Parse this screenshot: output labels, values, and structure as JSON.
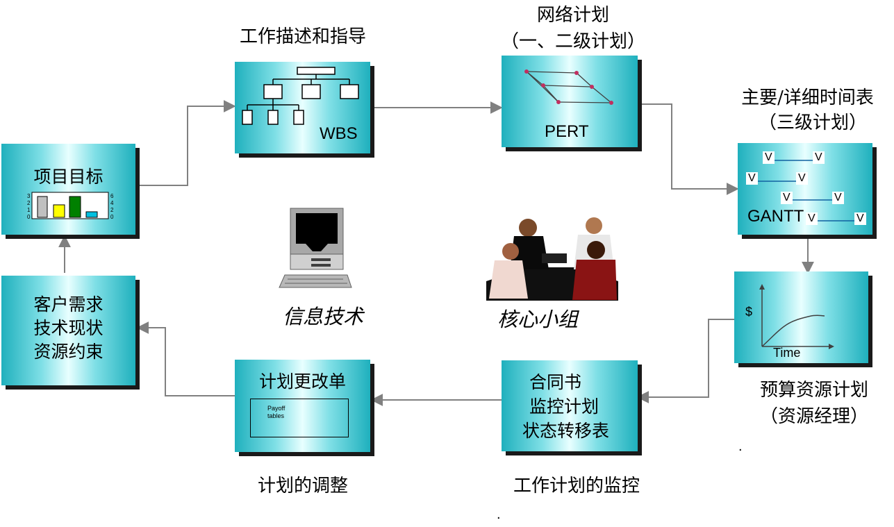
{
  "nodes": {
    "goal": {
      "label": "项目目标",
      "chart_left_ticks": [
        "3",
        "2",
        "1",
        "0"
      ],
      "chart_right_ticks": [
        "6",
        "4",
        "2",
        "0"
      ]
    },
    "wbs": {
      "caption": "工作描述和指导",
      "label": "WBS"
    },
    "pert": {
      "caption_line1": "网络计划",
      "caption_line2": "（一、二级计划）",
      "label": "PERT"
    },
    "gantt": {
      "caption_line1": "主要/详细时间表",
      "caption_line2": "（三级计划）",
      "label": "GANTT",
      "marker": "V"
    },
    "budget": {
      "axis_y": "$",
      "axis_x": "Time",
      "caption_line1": "预算资源计划",
      "caption_line2": "（资源经理）"
    },
    "monitor": {
      "line1": "合同书",
      "line2": "监控计划",
      "line3": "状态转移表",
      "caption": "工作计划的监控"
    },
    "change": {
      "title": "计划更改单",
      "inner_line1": "Payoff",
      "inner_line2": "tables",
      "caption": "计划的调整"
    },
    "customer": {
      "line1": "客户需求",
      "line2": "技术现状",
      "line3": "资源约束"
    }
  },
  "center": {
    "it_label": "信息技术",
    "team_label": "核心小组"
  },
  "colors": {
    "box_edge": "#1fb0bd",
    "box_center": "#e8ffff",
    "arrow": "#808080",
    "shadow": "#1a1a1a"
  }
}
